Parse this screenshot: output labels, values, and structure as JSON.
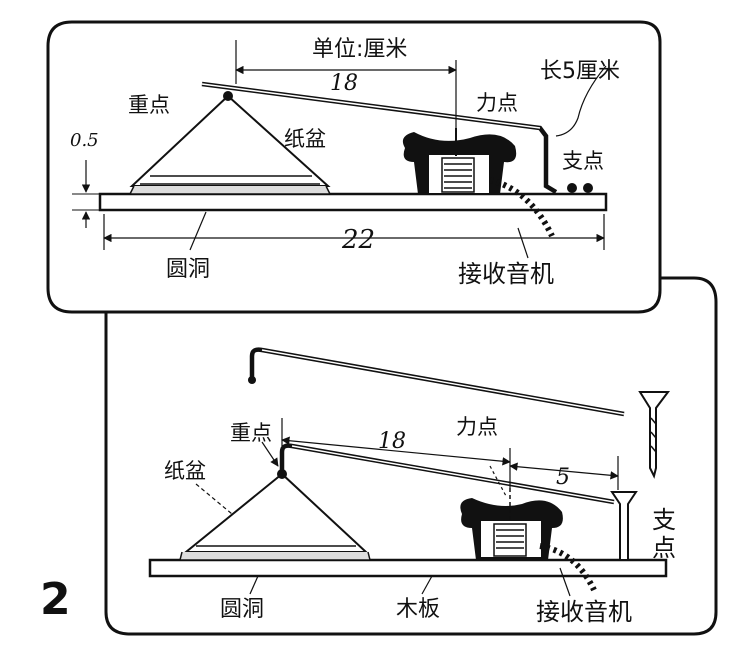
{
  "figure_number": "2",
  "top_panel": {
    "unit_label": "单位:厘米",
    "length_label": "长5厘米",
    "weight_point_label": "重点",
    "force_point_label": "力点",
    "paper_cone_label": "纸盆",
    "fulcrum_label": "支点",
    "round_hole_label": "圆洞",
    "receiver_label": "接收音机",
    "dim_18": "18",
    "dim_22": "22",
    "dim_05": "0.5"
  },
  "bottom_panel": {
    "weight_point_label": "重点",
    "force_point_label": "力点",
    "paper_cone_label": "纸盆",
    "fulcrum_label_1": "支",
    "fulcrum_label_2": "点",
    "round_hole_label": "圆洞",
    "wood_board_label": "木板",
    "receiver_label": "接收音机",
    "dim_18": "18",
    "dim_5": "5"
  }
}
